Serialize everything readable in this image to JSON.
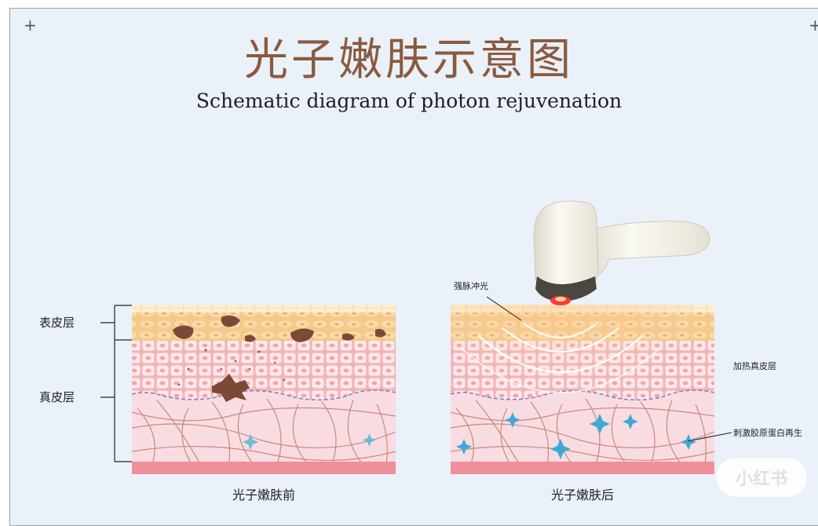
{
  "title": "光子嫩肤示意图",
  "subtitle": "Schematic diagram of photon rejuvenation",
  "labels": {
    "epidermis": "表皮层",
    "dermis": "真皮层",
    "ipl": "强脉冲光",
    "heat_dermis": "加热真皮层",
    "collagen": "刺激胶原蛋白再生"
  },
  "captions": {
    "before": "光子嫩肤前",
    "after": "光子嫩肤后"
  },
  "watermark": "小红书",
  "colors": {
    "background": "#eaf1f9",
    "title": "#8a5a3e",
    "epidermis": "#f6d49a",
    "cells": "#f4b8ba",
    "dermis": "#f9dbe0",
    "fiber": "#b8695f",
    "pigment": "#7a4a37",
    "device": "#f4f1e8",
    "light": "#ff7a3c"
  },
  "icons": {
    "corner_marks": "crosshair-icon",
    "ipl_device": "ipl-handpiece-icon",
    "collagen_cell": "star-cell-icon"
  }
}
